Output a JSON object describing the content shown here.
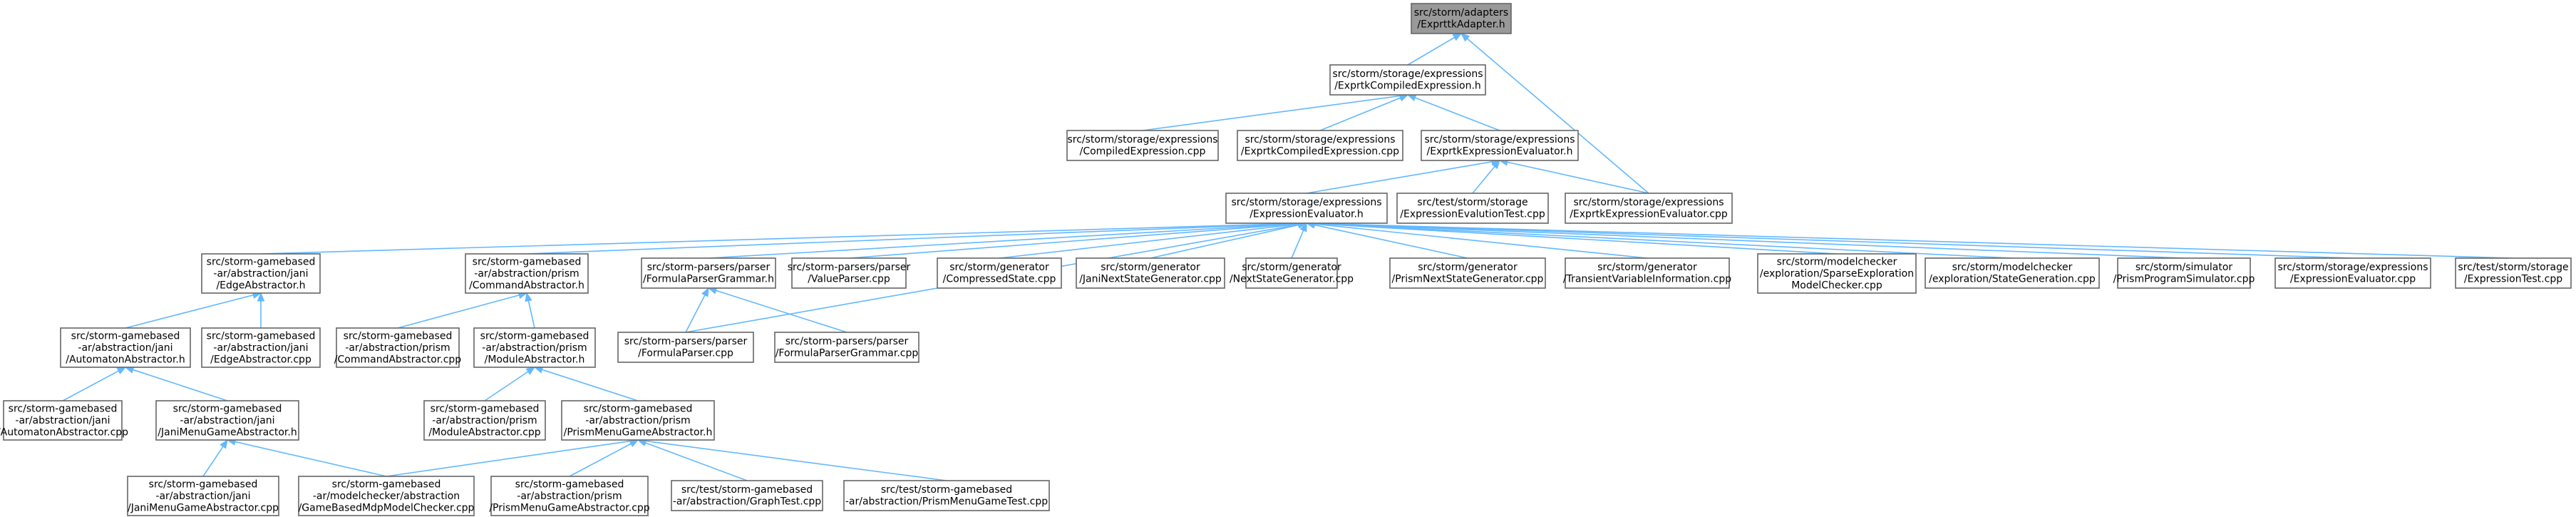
{
  "nodes": [
    {
      "id": "root",
      "lines": [
        "src/storm/adapters",
        "/ExprttkAdapter.h"
      ],
      "root": true
    },
    {
      "id": "cexpr_h",
      "lines": [
        "src/storm/storage/expressions",
        "/ExprtkCompiledExpression.h"
      ]
    },
    {
      "id": "compiled_cpp",
      "lines": [
        "src/storm/storage/expressions",
        "/CompiledExpression.cpp"
      ]
    },
    {
      "id": "cexpr_cpp",
      "lines": [
        "src/storm/storage/expressions",
        "/ExprtkCompiledExpression.cpp"
      ]
    },
    {
      "id": "eval_h",
      "lines": [
        "src/storm/storage/expressions",
        "/ExprtkExpressionEvaluator.h"
      ]
    },
    {
      "id": "eval_cpp",
      "lines": [
        "src/storm/storage/expressions",
        "/ExprtkExpressionEvaluator.cpp"
      ]
    },
    {
      "id": "evaltest",
      "lines": [
        "src/test/storm/storage",
        "/ExpressionEvalutionTest.cpp"
      ]
    },
    {
      "id": "expreval_h",
      "lines": [
        "src/storm/storage/expressions",
        "/ExpressionEvaluator.h"
      ]
    },
    {
      "id": "jani_edge_h",
      "lines": [
        "src/storm-gamebased",
        "-ar/abstraction/jani",
        "/EdgeAbstractor.h"
      ]
    },
    {
      "id": "prism_cmd_h",
      "lines": [
        "src/storm-gamebased",
        "-ar/abstraction/prism",
        "/CommandAbstractor.h"
      ]
    },
    {
      "id": "fpg_h",
      "lines": [
        "src/storm-parsers/parser",
        "/FormulaParserGrammar.h"
      ]
    },
    {
      "id": "valueparser",
      "lines": [
        "src/storm-parsers/parser",
        "/ValueParser.cpp"
      ]
    },
    {
      "id": "compressed",
      "lines": [
        "src/storm/generator",
        "/CompressedState.cpp"
      ]
    },
    {
      "id": "janinext",
      "lines": [
        "src/storm/generator",
        "/JaniNextStateGenerator.cpp"
      ]
    },
    {
      "id": "nextstate",
      "lines": [
        "src/storm/generator",
        "/NextStateGenerator.cpp"
      ]
    },
    {
      "id": "prismnext",
      "lines": [
        "src/storm/generator",
        "/PrismNextStateGenerator.cpp"
      ]
    },
    {
      "id": "transient",
      "lines": [
        "src/storm/generator",
        "/TransientVariableInformation.cpp"
      ]
    },
    {
      "id": "sparse",
      "lines": [
        "src/storm/modelchecker",
        "/exploration/SparseExploration",
        "ModelChecker.cpp"
      ]
    },
    {
      "id": "stategen",
      "lines": [
        "src/storm/modelchecker",
        "/exploration/StateGeneration.cpp"
      ]
    },
    {
      "id": "simulator",
      "lines": [
        "src/storm/simulator",
        "/PrismProgramSimulator.cpp"
      ]
    },
    {
      "id": "expreval_cpp",
      "lines": [
        "src/storm/storage/expressions",
        "/ExpressionEvaluator.cpp"
      ]
    },
    {
      "id": "exprtest",
      "lines": [
        "src/test/storm/storage",
        "/ExpressionTest.cpp"
      ]
    },
    {
      "id": "jani_auto_h",
      "lines": [
        "src/storm-gamebased",
        "-ar/abstraction/jani",
        "/AutomatonAbstractor.h"
      ]
    },
    {
      "id": "jani_edge_cpp",
      "lines": [
        "src/storm-gamebased",
        "-ar/abstraction/jani",
        "/EdgeAbstractor.cpp"
      ]
    },
    {
      "id": "prism_cmd_cpp",
      "lines": [
        "src/storm-gamebased",
        "-ar/abstraction/prism",
        "/CommandAbstractor.cpp"
      ]
    },
    {
      "id": "prism_mod_h",
      "lines": [
        "src/storm-gamebased",
        "-ar/abstraction/prism",
        "/ModuleAbstractor.h"
      ]
    },
    {
      "id": "fparser_cpp",
      "lines": [
        "src/storm-parsers/parser",
        "/FormulaParser.cpp"
      ]
    },
    {
      "id": "fpg_cpp",
      "lines": [
        "src/storm-parsers/parser",
        "/FormulaParserGrammar.cpp"
      ]
    },
    {
      "id": "jani_auto_cpp",
      "lines": [
        "src/storm-gamebased",
        "-ar/abstraction/jani",
        "/AutomatonAbstractor.cpp"
      ]
    },
    {
      "id": "jani_menu_h",
      "lines": [
        "src/storm-gamebased",
        "-ar/abstraction/jani",
        "/JaniMenuGameAbstractor.h"
      ]
    },
    {
      "id": "prism_mod_cpp",
      "lines": [
        "src/storm-gamebased",
        "-ar/abstraction/prism",
        "/ModuleAbstractor.cpp"
      ]
    },
    {
      "id": "prism_menu_h",
      "lines": [
        "src/storm-gamebased",
        "-ar/abstraction/prism",
        "/PrismMenuGameAbstractor.h"
      ]
    },
    {
      "id": "jani_menu_cpp",
      "lines": [
        "src/storm-gamebased",
        "-ar/abstraction/jani",
        "/JaniMenuGameAbstractor.cpp"
      ]
    },
    {
      "id": "gbmdp",
      "lines": [
        "src/storm-gamebased",
        "-ar/modelchecker/abstraction",
        "/GameBasedMdpModelChecker.cpp"
      ]
    },
    {
      "id": "prism_menu_cpp",
      "lines": [
        "src/storm-gamebased",
        "-ar/abstraction/prism",
        "/PrismMenuGameAbstractor.cpp"
      ]
    },
    {
      "id": "graphtest",
      "lines": [
        "src/test/storm-gamebased",
        "-ar/abstraction/GraphTest.cpp"
      ]
    },
    {
      "id": "pmgtest",
      "lines": [
        "src/test/storm-gamebased",
        "-ar/abstraction/PrismMenuGameTest.cpp"
      ]
    }
  ],
  "edges": [
    [
      "cexpr_h",
      "root"
    ],
    [
      "eval_cpp",
      "root"
    ],
    [
      "compiled_cpp",
      "cexpr_h"
    ],
    [
      "cexpr_cpp",
      "cexpr_h"
    ],
    [
      "eval_h",
      "cexpr_h"
    ],
    [
      "eval_cpp",
      "eval_h"
    ],
    [
      "evaltest",
      "eval_h"
    ],
    [
      "expreval_h",
      "eval_h"
    ],
    [
      "jani_edge_h",
      "expreval_h"
    ],
    [
      "prism_cmd_h",
      "expreval_h"
    ],
    [
      "fpg_h",
      "expreval_h"
    ],
    [
      "fparser_cpp",
      "expreval_h"
    ],
    [
      "valueparser",
      "expreval_h"
    ],
    [
      "compressed",
      "expreval_h"
    ],
    [
      "janinext",
      "expreval_h"
    ],
    [
      "nextstate",
      "expreval_h"
    ],
    [
      "prismnext",
      "expreval_h"
    ],
    [
      "transient",
      "expreval_h"
    ],
    [
      "sparse",
      "expreval_h"
    ],
    [
      "stategen",
      "expreval_h"
    ],
    [
      "simulator",
      "expreval_h"
    ],
    [
      "expreval_cpp",
      "expreval_h"
    ],
    [
      "exprtest",
      "expreval_h"
    ],
    [
      "jani_auto_h",
      "jani_edge_h"
    ],
    [
      "jani_edge_cpp",
      "jani_edge_h"
    ],
    [
      "prism_cmd_cpp",
      "prism_cmd_h"
    ],
    [
      "prism_mod_h",
      "prism_cmd_h"
    ],
    [
      "fparser_cpp",
      "fpg_h"
    ],
    [
      "fpg_cpp",
      "fpg_h"
    ],
    [
      "jani_auto_cpp",
      "jani_auto_h"
    ],
    [
      "jani_menu_h",
      "jani_auto_h"
    ],
    [
      "prism_mod_cpp",
      "prism_mod_h"
    ],
    [
      "prism_menu_h",
      "prism_mod_h"
    ],
    [
      "jani_menu_cpp",
      "jani_menu_h"
    ],
    [
      "gbmdp",
      "jani_menu_h"
    ],
    [
      "gbmdp",
      "prism_menu_h"
    ],
    [
      "prism_menu_cpp",
      "prism_menu_h"
    ],
    [
      "graphtest",
      "prism_menu_h"
    ],
    [
      "pmgtest",
      "prism_menu_h"
    ]
  ]
}
